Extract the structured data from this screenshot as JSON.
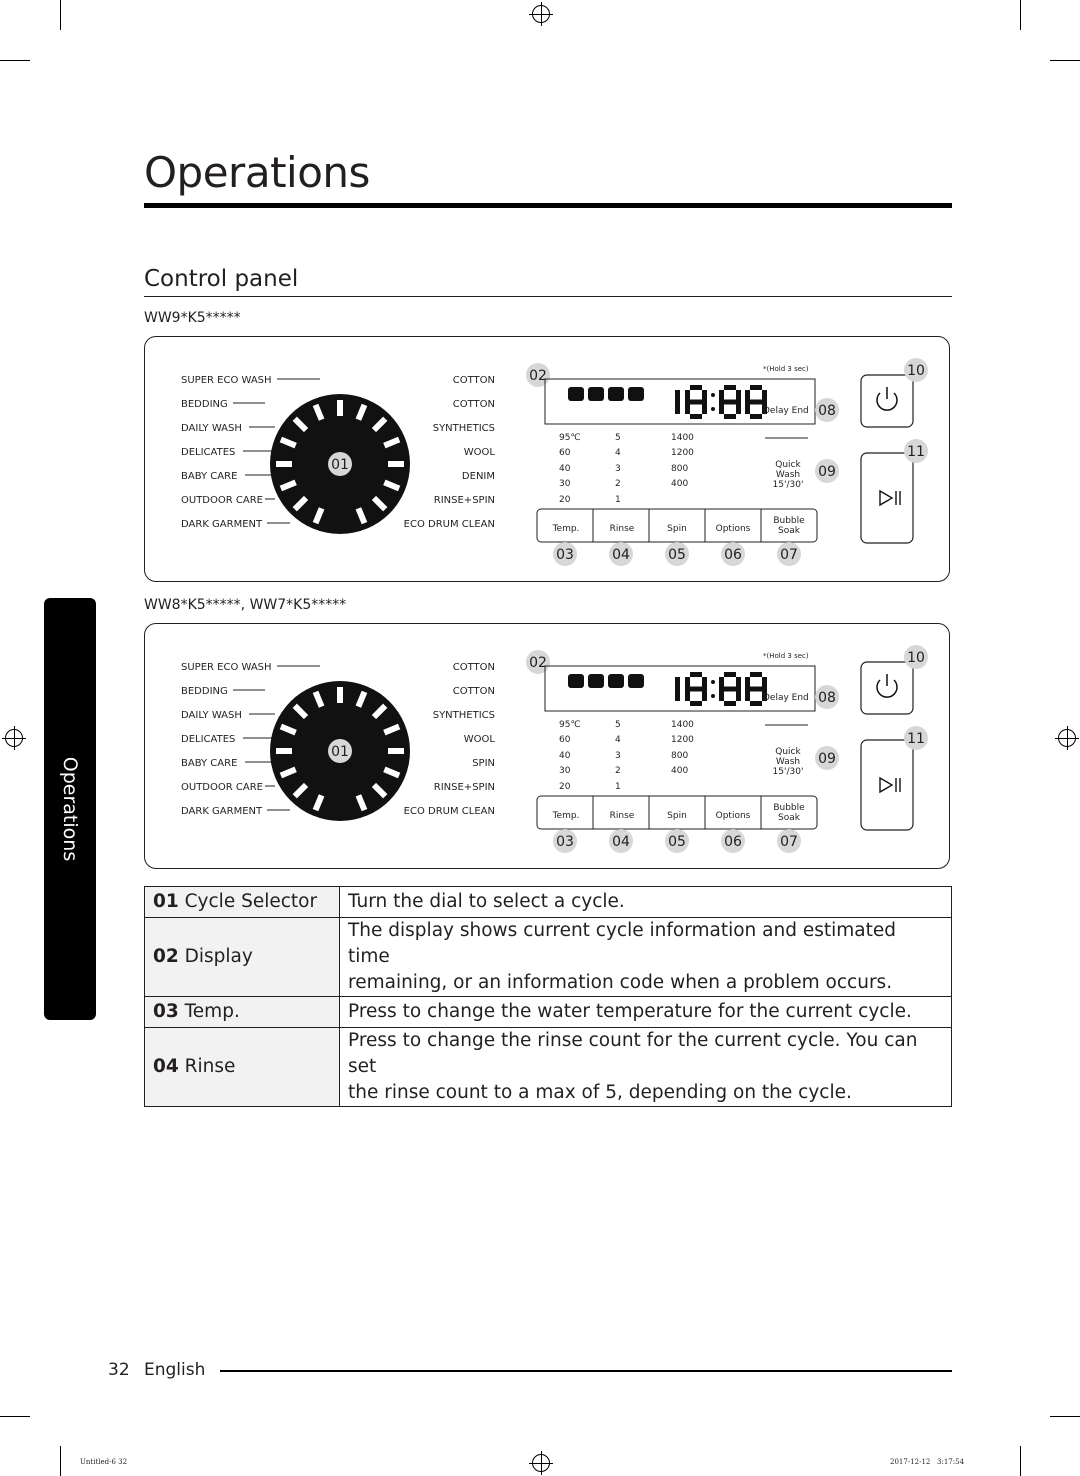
{
  "page": {
    "title": "Operations",
    "section_title": "Control panel",
    "side_tab": "Operations",
    "page_number": "32",
    "language": "English",
    "printer_left": "Untitled-6   32",
    "printer_right": "2017-12-12     3:17:54"
  },
  "models": [
    {
      "label": "WW9*K5*****"
    },
    {
      "label": "WW8*K5*****, WW7*K5*****"
    }
  ],
  "panel": {
    "left_cycles": [
      "SUPER ECO WASH",
      "BEDDING",
      "DAILY WASH",
      "DELICATES",
      "BABY CARE",
      "OUTDOOR CARE",
      "DARK GARMENT"
    ],
    "right_cycles_model_a": [
      "COTTON",
      "COTTON",
      "SYNTHETICS",
      "WOOL",
      "DENIM",
      "RINSE+SPIN",
      "ECO DRUM CLEAN"
    ],
    "right_cycles_model_b": [
      "COTTON",
      "COTTON",
      "SYNTHETICS",
      "WOOL",
      "SPIN",
      "RINSE+SPIN",
      "ECO DRUM CLEAN"
    ],
    "dial_callout": "01",
    "display_callout": "02",
    "hold_note": "*(Hold 3 sec)",
    "digits": "18:88",
    "delay_end": "Delay End",
    "temp_values": [
      "95℃",
      "60",
      "40",
      "30",
      "20"
    ],
    "rinse_values": [
      "5",
      "4",
      "3",
      "2",
      "1"
    ],
    "spin_values": [
      "1400",
      "1200",
      "800",
      "400",
      ""
    ],
    "quick_wash": [
      "Quick",
      "Wash",
      "15'/30'"
    ],
    "buttons": [
      "Temp.",
      "Rinse",
      "Spin",
      "Options",
      "Bubble",
      "Soak"
    ],
    "callouts_bottom": [
      "03",
      "04",
      "05",
      "06",
      "07"
    ],
    "callouts_right": [
      "08",
      "09",
      "10",
      "11"
    ]
  },
  "table": {
    "rows": [
      {
        "num": "01",
        "name": "Cycle Selector",
        "desc": [
          "Turn the dial to select a cycle."
        ]
      },
      {
        "num": "02",
        "name": "Display",
        "desc": [
          "The display shows current cycle information and estimated time",
          "remaining, or an information code when a problem occurs."
        ]
      },
      {
        "num": "03",
        "name": "Temp.",
        "desc": [
          "Press to change the water temperature for the current cycle."
        ]
      },
      {
        "num": "04",
        "name": "Rinse",
        "desc": [
          "Press to change the rinse count for the current cycle. You can set",
          "the rinse count to a max of 5, depending on the cycle."
        ]
      }
    ]
  }
}
